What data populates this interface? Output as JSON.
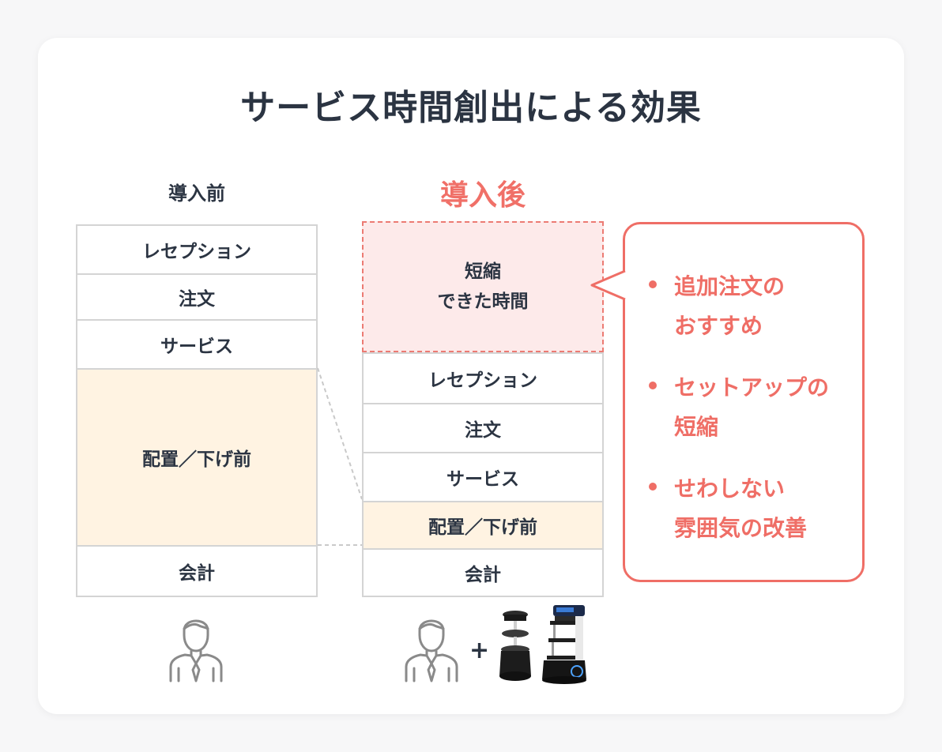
{
  "title": "サービス時間創出による効果",
  "before": {
    "label": "導入前",
    "steps": [
      "レセプション",
      "注文",
      "サービス",
      "配置／下げ前",
      "会計"
    ]
  },
  "after": {
    "label": "導入後",
    "saved_time": [
      "短縮",
      "できた時間"
    ],
    "steps": [
      "レセプション",
      "注文",
      "サービス",
      "配置／下げ前",
      "会計"
    ]
  },
  "benefits": [
    [
      "追加注文の",
      "おすすめ"
    ],
    [
      "セットアップの",
      "短縮"
    ],
    [
      "せわしない",
      "雰囲気の改善"
    ]
  ],
  "plus_sign": "+",
  "icons": {
    "staff": "person-icon",
    "robots": "serving-robot-icon"
  },
  "colors": {
    "accent": "#ef6e66",
    "text": "#2b3442",
    "peach": "#fff3e2",
    "saved_bg": "#fdeaea",
    "border": "#d4d4d4"
  }
}
